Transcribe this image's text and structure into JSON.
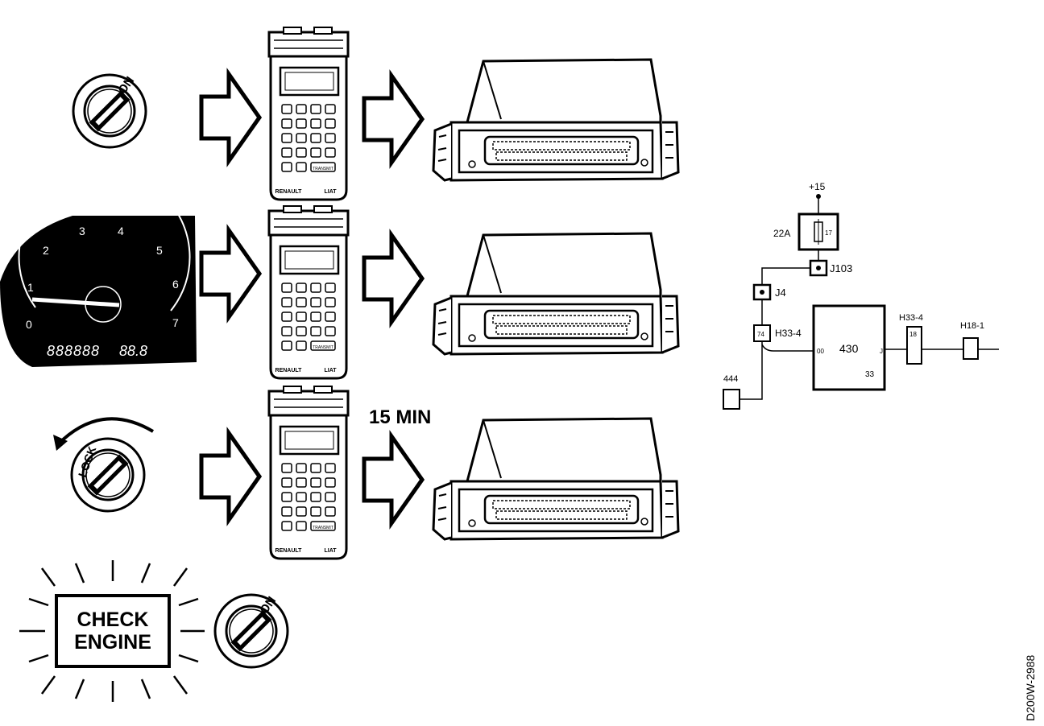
{
  "key_labels": {
    "on": "ON",
    "lock": "LOCK"
  },
  "tester": {
    "brand": "RENAULT",
    "model": "LIAT",
    "enter_key": "TRANSMIT"
  },
  "wait_label": "15 MIN",
  "warning_lamp": {
    "line1": "CHECK",
    "line2": "ENGINE"
  },
  "tachometer": {
    "ticks": [
      "0",
      "1",
      "2",
      "3",
      "4",
      "5",
      "6",
      "7"
    ],
    "odometer": "888888",
    "trip": "88.8"
  },
  "circuit": {
    "supply": "+15",
    "fuse": "22A",
    "fuse_pin": "17",
    "connector_j103": "J103",
    "connector_j4": "J4",
    "connector_h33_4_left": "H33-4",
    "connector_h33_4_left_pin": "74",
    "ecu_id": "430",
    "ecu_pin_left": "00",
    "ecu_pin_right": "J",
    "ecu_ground_pin": "33",
    "connector_h33_4_right": "H33-4",
    "connector_h33_4_right_pin": "18",
    "connector_h18_1": "H18-1",
    "component_444": "444"
  },
  "figure_code": "D200W-2988"
}
